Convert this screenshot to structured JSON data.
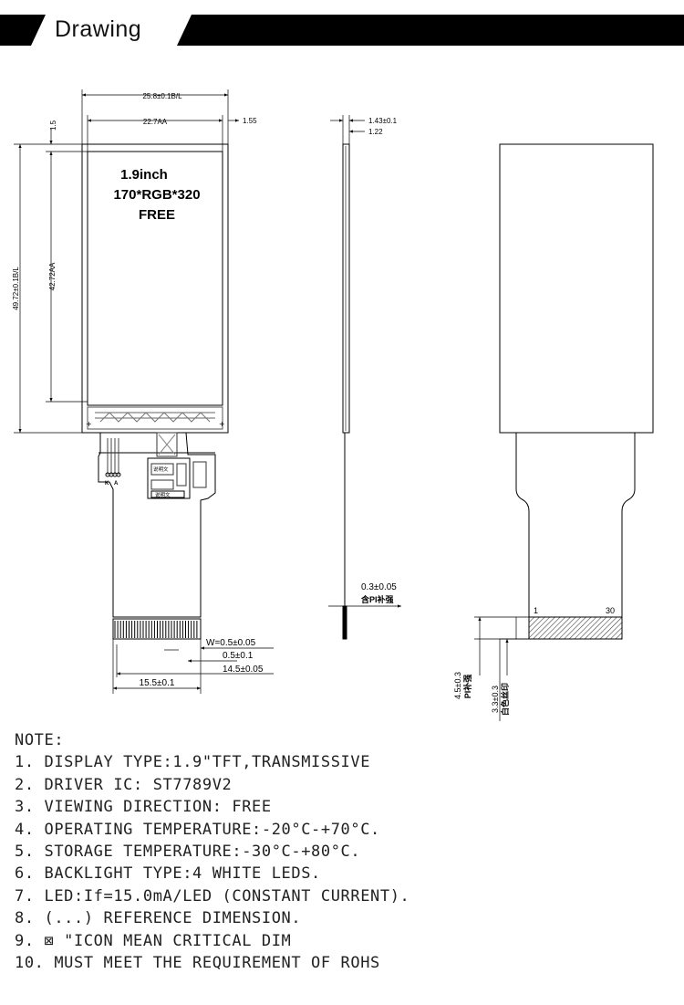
{
  "header": {
    "title": "Drawing"
  },
  "front_view": {
    "width_outline": "25.8±0.1B/L",
    "width_active": "22.7AA",
    "right_margin": "1.55",
    "top_margin": "1.5",
    "height_outline": "49.72±0.1B/L",
    "height_active": "42.72AA",
    "screen_label": [
      "1.9inch",
      "170*RGB*320",
      "FREE"
    ],
    "fpc_tab_labels": [
      "说明文",
      "说明文"
    ],
    "fpc_pin_labels": [
      "K",
      "A"
    ],
    "fpc_pitch": "W=0.5±0.05",
    "fpc_gap": "0.5±0.1",
    "fpc_contact_width": "14.5±0.05",
    "fpc_total_width": "15.5±0.1"
  },
  "side_view": {
    "thickness_total": "1.43±0.1",
    "thickness_panel": "1.22",
    "stiffener_thickness": "0.3±0.05",
    "stiffener_note": "含PI补强"
  },
  "rear_view": {
    "pin_first": "1",
    "pin_last": "30",
    "pi_stiffener_length": "4.5±0.3",
    "pi_stiffener_label": "PI补强",
    "silk_length": "3.3±0.3",
    "silk_label": "白色丝印"
  },
  "notes": {
    "heading": "NOTE:",
    "items": [
      "1. DISPLAY TYPE:1.9\"TFT,TRANSMISSIVE",
      "2. DRIVER IC: ST7789V2",
      "3. VIEWING DIRECTION: FREE",
      "4. OPERATING TEMPERATURE:-20°C-+70°C.",
      "5. STORAGE TEMPERATURE:-30°C-+80°C.",
      "6. BACKLIGHT TYPE:4 WHITE LEDS.",
      "7. LED:If=15.0mA/LED (CONSTANT CURRENT).",
      "8. (...) REFERENCE DIMENSION.",
      "9. ⊠ \"ICON MEAN CRITICAL DIM",
      "10. MUST MEET THE REQUIREMENT OF ROHS"
    ]
  }
}
